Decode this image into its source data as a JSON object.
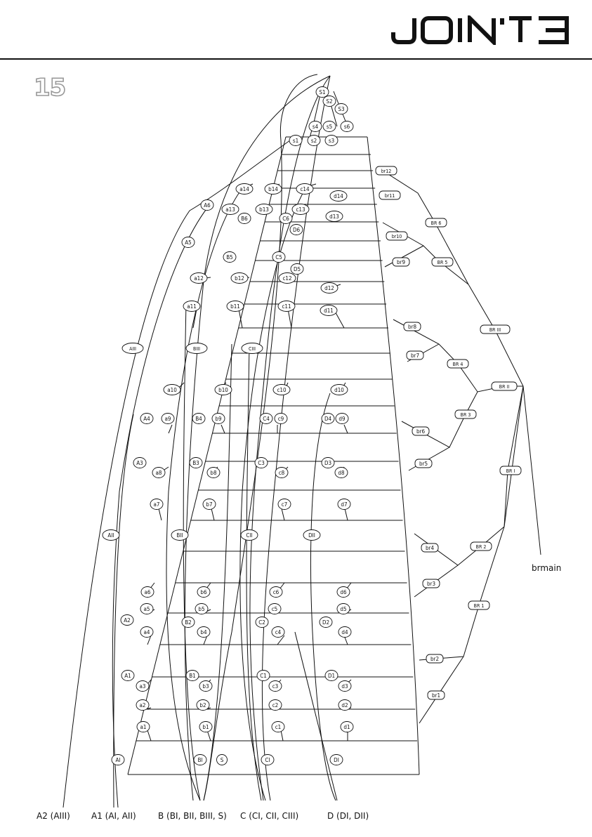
{
  "header": {
    "logo_text": "JOIN'T3",
    "page_number": "15"
  },
  "legend": {
    "a2": "A2 (AIII)",
    "a1": "A1 (AI, AII)",
    "b": "B (BI, BII, BIII, S)",
    "c": "C (CI, CII, CIII)",
    "d": "D (DI, DII)"
  },
  "brmain": "brmain",
  "labels": {
    "S1": "S1",
    "S2": "S2",
    "S3": "S3",
    "s1": "s1",
    "s2": "s2",
    "s3": "s3",
    "s4": "s4",
    "s5": "s5",
    "s6": "s6",
    "a14": "a14",
    "b14": "b14",
    "c14": "c14",
    "d14": "d14",
    "a13": "a13",
    "b13": "b13",
    "c13": "c13",
    "d13": "d13",
    "A6": "A6",
    "B6": "B6",
    "C6": "C6",
    "D6": "D6",
    "A5": "A5",
    "B5": "B5",
    "C5": "C5",
    "D5": "D5",
    "a12": "a12",
    "b12": "b12",
    "c12": "c12",
    "d12": "d12",
    "a11": "a11",
    "b11": "b11",
    "c11": "c11",
    "d11": "d11",
    "AIII": "AIII",
    "BIII": "BIII",
    "CIII": "CIII",
    "a10": "a10",
    "b10": "b10",
    "c10": "c10",
    "d10": "d10",
    "A4": "A4",
    "a9": "a9",
    "B4": "B4",
    "b9": "b9",
    "C4": "C4",
    "c9": "c9",
    "D4": "D4",
    "d9": "d9",
    "A3": "A3",
    "a8": "a8",
    "B3": "B3",
    "b8": "b8",
    "C3": "C3",
    "c8": "c8",
    "D3": "D3",
    "d8": "d8",
    "a7": "a7",
    "b7": "b7",
    "c7": "c7",
    "d7": "d7",
    "AII": "AII",
    "BII": "BII",
    "CII": "CII",
    "DII": "DII",
    "a6": "a6",
    "b6": "b6",
    "c6": "c6",
    "d6": "d6",
    "a5": "a5",
    "b5": "b5",
    "c5": "c5",
    "d5": "d5",
    "A2": "A2",
    "B2": "B2",
    "C2": "C2",
    "D2": "D2",
    "a4": "a4",
    "b4": "b4",
    "c4": "c4",
    "d4": "d4",
    "A1": "A1",
    "B1": "B1",
    "C1": "C1",
    "D1": "D1",
    "a3": "a3",
    "b3": "b3",
    "c3": "c3",
    "d3": "d3",
    "a2": "a2",
    "b2": "b2",
    "c2": "c2",
    "d2": "d2",
    "a1": "a1",
    "b1": "b1",
    "c1": "c1",
    "d1": "d1",
    "AI": "AI",
    "BI": "BI",
    "S": "S",
    "CI": "CI",
    "DI": "DI",
    "br12": "br12",
    "br11": "br11",
    "br10": "br10",
    "br9": "br9",
    "br8": "br8",
    "br7": "br7",
    "br6": "br6",
    "br5": "br5",
    "br4": "br4",
    "br3": "br3",
    "br2": "br2",
    "br1": "br1",
    "BR6": "BR 6",
    "BR5": "BR 5",
    "BRIII": "BR III",
    "BR4": "BR 4",
    "BRII": "BR II",
    "BR3": "BR 3",
    "BRI": "BR I",
    "BR2": "BR 2",
    "BR1": "BR 1"
  }
}
